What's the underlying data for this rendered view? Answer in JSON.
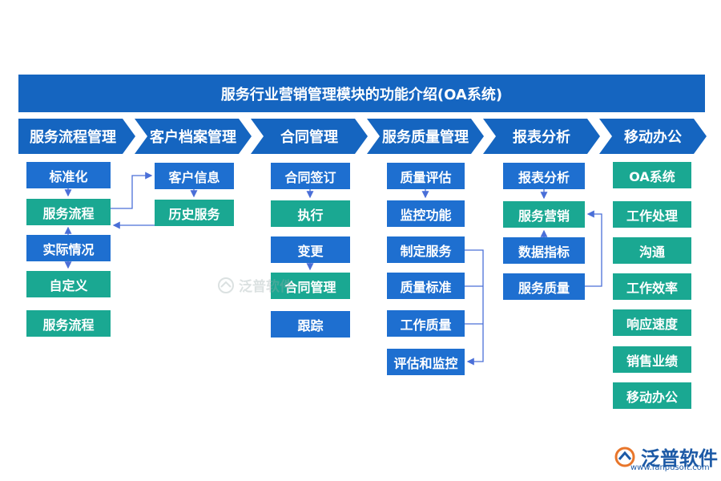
{
  "title": "服务行业营销管理模块的功能介绍(OA系统)",
  "categories": [
    {
      "label": "服务流程管理"
    },
    {
      "label": "客户档案管理"
    },
    {
      "label": "合同管理"
    },
    {
      "label": "服务质量管理"
    },
    {
      "label": "报表分析"
    },
    {
      "label": "移动办公"
    }
  ],
  "col1": [
    "标准化",
    "服务流程",
    "实际情况",
    "自定义",
    "服务流程"
  ],
  "col2": [
    "客户信息",
    "历史服务"
  ],
  "col3": [
    "合同签订",
    "执行",
    "变更",
    "合同管理",
    "跟踪"
  ],
  "col4": [
    "质量评估",
    "监控功能",
    "制定服务",
    "质量标准",
    "工作质量",
    "评估和监控"
  ],
  "col5": [
    "报表分析",
    "服务营销",
    "数据指标",
    "服务质量"
  ],
  "col6": [
    "OA系统",
    "工作处理",
    "沟通",
    "工作效率",
    "响应速度",
    "销售业绩",
    "移动办公"
  ],
  "watermark": "泛普软件",
  "logo": {
    "name": "泛普软件",
    "url": "www.fanpusoft.com"
  },
  "colors": {
    "blue": "#1e6fd0",
    "dark_blue": "#1565c0",
    "teal": "#1aa892",
    "connector": "#4a6fd8"
  }
}
